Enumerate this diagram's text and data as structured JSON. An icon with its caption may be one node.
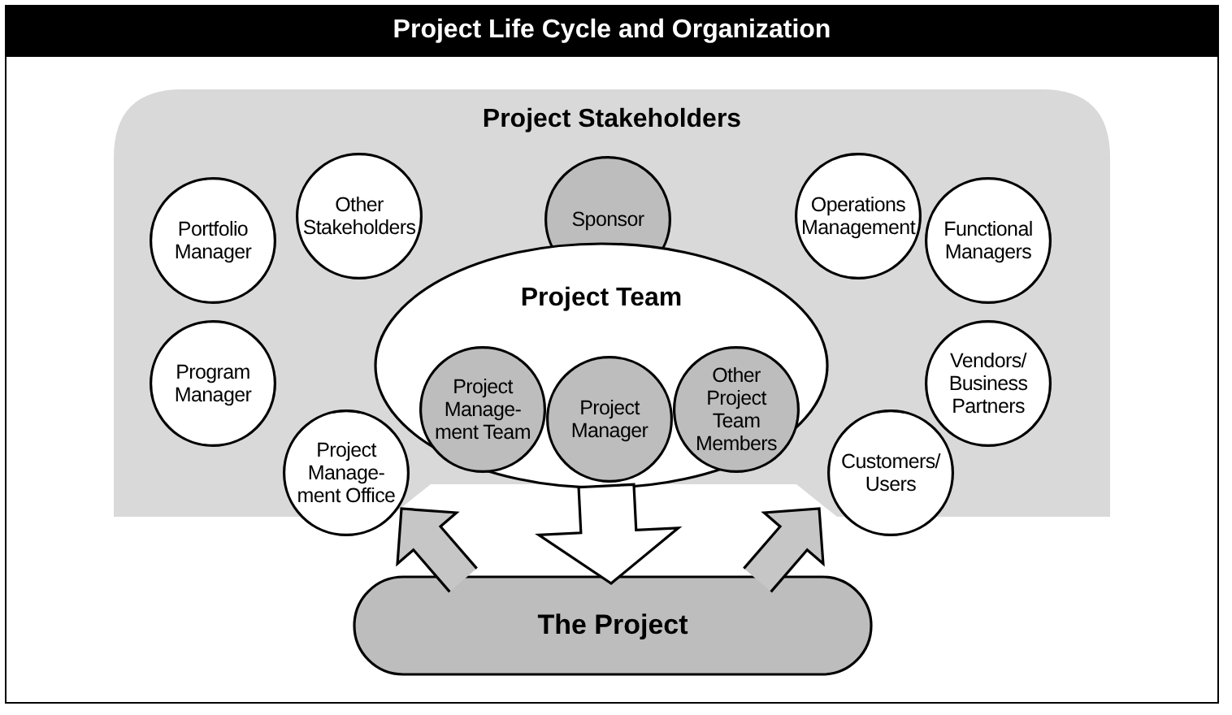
{
  "diagram": {
    "title": "Project Life Cycle and Organization",
    "nodes": [
      {
        "text": [
          "Project Stakeholders"
        ]
      },
      {
        "text": [
          "Portfolio Manager"
        ],
        "in": 0
      },
      {
        "text": [
          "Other Stakeholders"
        ],
        "in": 0
      },
      {
        "text": [
          "Sponsor"
        ],
        "in": 0
      },
      {
        "text": [
          "Operations Management"
        ],
        "in": 0
      },
      {
        "text": [
          "Functional Managers"
        ],
        "in": 0
      },
      {
        "text": [
          "Program Manager"
        ],
        "in": 0
      },
      {
        "text": [
          "Project Team"
        ],
        "in": 0
      },
      {
        "text": [
          "Project Manage- ment Team"
        ],
        "in": 7
      },
      {
        "text": [
          "Project Manager"
        ],
        "in": 7
      },
      {
        "text": [
          "Other Project Team Members"
        ],
        "in": 7
      },
      {
        "text": [
          "Vendors/ Business Partners"
        ],
        "in": 0
      },
      {
        "text": [
          "Project Manage- ment Office"
        ],
        "in": 0
      },
      {
        "text": [
          "Customers/ Users"
        ],
        "in": 0
      },
      {
        "text": [
          "The Project"
        ]
      }
    ],
    "edges": [
      {
        "from": 7,
        "to": 14,
        "arrow": "to",
        "color": "#ffffff"
      },
      {
        "from": 14,
        "to": 0,
        "arrow": "to"
      },
      {
        "from": 14,
        "to": 0,
        "arrow": "to"
      }
    ]
  }
}
